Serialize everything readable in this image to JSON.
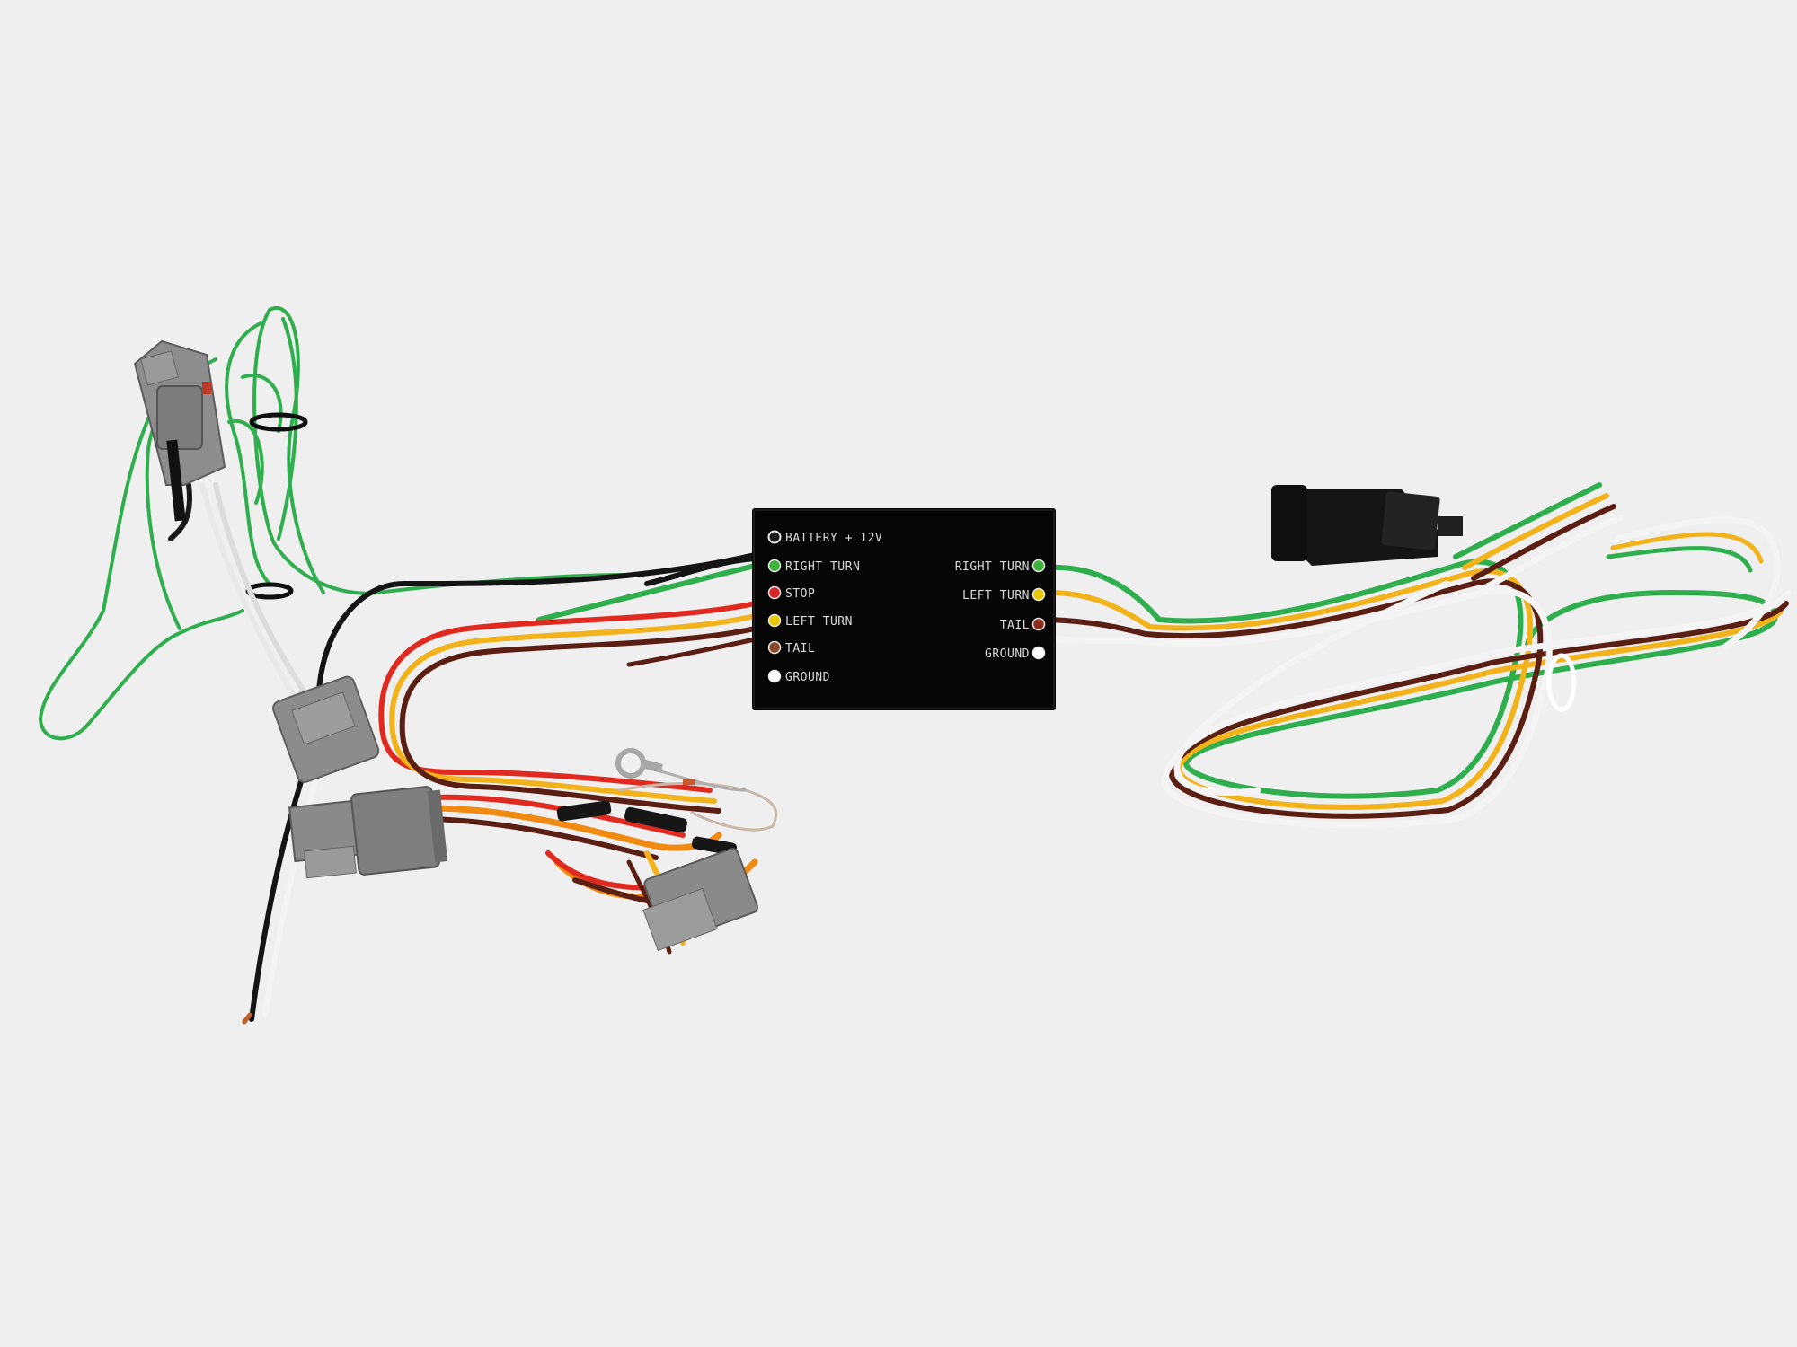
{
  "converter_box": {
    "input_labels": [
      "BATTERY + 12V",
      "RIGHT TURN",
      "STOP",
      "LEFT TURN",
      "TAIL",
      "GROUND"
    ],
    "output_labels": [
      "RIGHT TURN",
      "LEFT TURN",
      "TAIL",
      "GROUND"
    ]
  },
  "indicator_colors": {
    "battery": "#1a1a1a",
    "right_turn": "#3cb43c",
    "stop": "#d82424",
    "left_turn": "#e8c800",
    "tail": "#8a4a2a",
    "ground": "#ffffff"
  },
  "wire_colors": {
    "green": "#2fae4e",
    "black": "#141414",
    "red": "#e02a1f",
    "yellow": "#f2b21a",
    "brown": "#5a1f12",
    "white": "#f4f4f4",
    "orange": "#f18a10",
    "connector_gray": "#8c8c8c"
  },
  "icons": [
    "converter-box",
    "oem-connector",
    "flat-4-connector",
    "ring-terminal",
    "zip-tie"
  ]
}
